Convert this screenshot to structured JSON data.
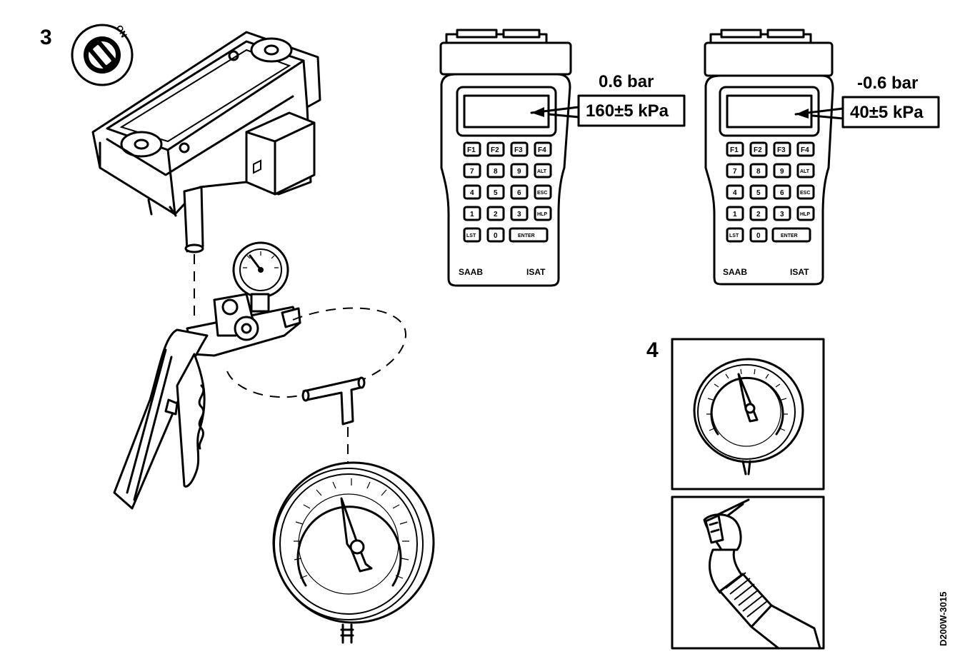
{
  "steps": {
    "step3": "3",
    "step4": "4"
  },
  "ignition": {
    "label": "ON"
  },
  "tester_left": {
    "pressure_bar": "0.6 bar",
    "pressure_kpa": "160±5 kPa",
    "brand": "SAAB",
    "model": "ISAT",
    "keys": [
      "F1",
      "F2",
      "F3",
      "F4",
      "7",
      "8",
      "9",
      "ALT",
      "4",
      "5",
      "6",
      "ESC",
      "1",
      "2",
      "3",
      "HLP",
      "LST",
      "0",
      "ENTER"
    ]
  },
  "tester_right": {
    "pressure_bar": "-0.6 bar",
    "pressure_kpa": "40±5 kPa",
    "brand": "SAAB",
    "model": "ISAT",
    "keys": [
      "F1",
      "F2",
      "F3",
      "F4",
      "7",
      "8",
      "9",
      "ALT",
      "4",
      "5",
      "6",
      "ESC",
      "1",
      "2",
      "3",
      "HLP",
      "LST",
      "0",
      "ENTER"
    ]
  },
  "figure_code": "D200W-3015",
  "colors": {
    "ink": "#000000",
    "paper": "#ffffff"
  }
}
